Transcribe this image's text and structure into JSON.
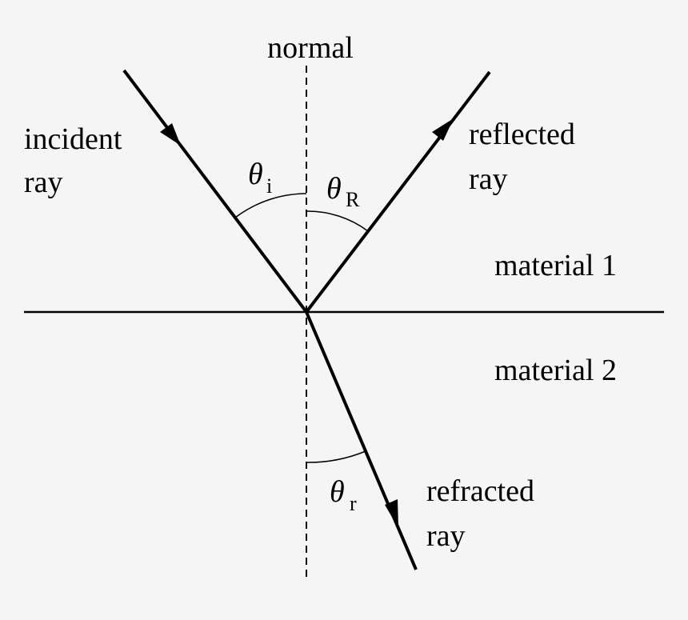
{
  "labels": {
    "normal": "normal",
    "incident_line1": "incident",
    "incident_line2": "ray",
    "reflected_line1": "reflected",
    "reflected_line2": "ray",
    "refracted_line1": "refracted",
    "refracted_line2": "ray",
    "material1": "material 1",
    "material2": "material 2"
  },
  "angles": {
    "incident_symbol": "θ",
    "incident_sub": "i",
    "reflected_symbol": "θ",
    "reflected_sub": "R",
    "refracted_symbol": "θ",
    "refracted_sub": "r"
  },
  "colors": {
    "background": "#f5f5f5",
    "ink": "#000000"
  }
}
